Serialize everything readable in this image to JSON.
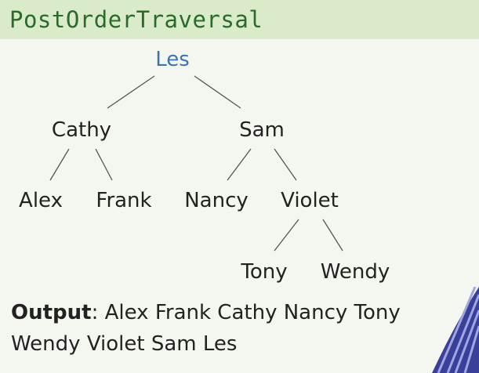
{
  "title": "PostOrderTraversal",
  "tree": {
    "root": "Les",
    "nodes": [
      {
        "id": "les",
        "label": "Les",
        "root": true
      },
      {
        "id": "cathy",
        "label": "Cathy",
        "parent": "les"
      },
      {
        "id": "sam",
        "label": "Sam",
        "parent": "les"
      },
      {
        "id": "alex",
        "label": "Alex",
        "parent": "cathy"
      },
      {
        "id": "frank",
        "label": "Frank",
        "parent": "cathy"
      },
      {
        "id": "nancy",
        "label": "Nancy",
        "parent": "sam"
      },
      {
        "id": "violet",
        "label": "Violet",
        "parent": "sam"
      },
      {
        "id": "tony",
        "label": "Tony",
        "parent": "violet"
      },
      {
        "id": "wendy",
        "label": "Wendy",
        "parent": "violet"
      }
    ]
  },
  "output": {
    "label": "Output",
    "line1": "Alex Frank Cathy Nancy Tony",
    "line2": "Wendy Violet Sam Les"
  },
  "colors": {
    "title_bar": "#d9ebc9",
    "title_text": "#2a6a2a",
    "root_node": "#3b73b5"
  }
}
